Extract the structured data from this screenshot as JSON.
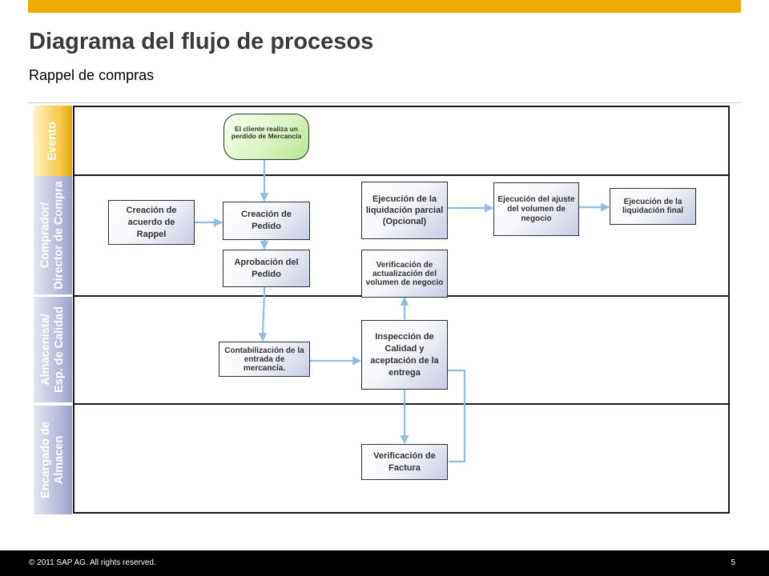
{
  "header": {
    "title": "Diagrama del flujo de procesos",
    "subtitle": "Rappel de compras"
  },
  "lanes": [
    {
      "line1": "Evento",
      "line2": ""
    },
    {
      "line1": "Comprador/",
      "line2": "Director de Compra"
    },
    {
      "line1": "Almacenista/",
      "line2": "Esp. de Calidad"
    },
    {
      "line1": "Encargado de",
      "line2": "Almacen"
    }
  ],
  "nodes": {
    "event": "El cliente realiza un perdido de Mercancía",
    "creacion_acuerdo": "Creación de acuerdo de Rappel",
    "creacion_pedido": "Creación de Pedido",
    "aprobacion_pedido": "Aprobación del Pedido",
    "ejecucion_parcial": "Ejecución de la liquidación parcial (Opcional)",
    "verificacion_volumen": "Verificación de actualización del volumen de negocio",
    "ejecucion_ajuste": "Ejecución del ajuste del volumen de negocio",
    "ejecucion_final": "Ejecución de la liquidación final",
    "contabilizacion": "Contabilización de la entrada de mercancía.",
    "inspeccion": "Inspección de Calidad y aceptación de la entrega",
    "verificacion_factura": "Verificación de Factura"
  },
  "colors": {
    "accent": "#f0ab00",
    "connector": "#8fbde6",
    "event_fill": "#c8ecaa",
    "box_fill": "#c9cde4"
  },
  "footer": {
    "copyright": "© 2011 SAP AG. All rights reserved.",
    "page": "5"
  }
}
